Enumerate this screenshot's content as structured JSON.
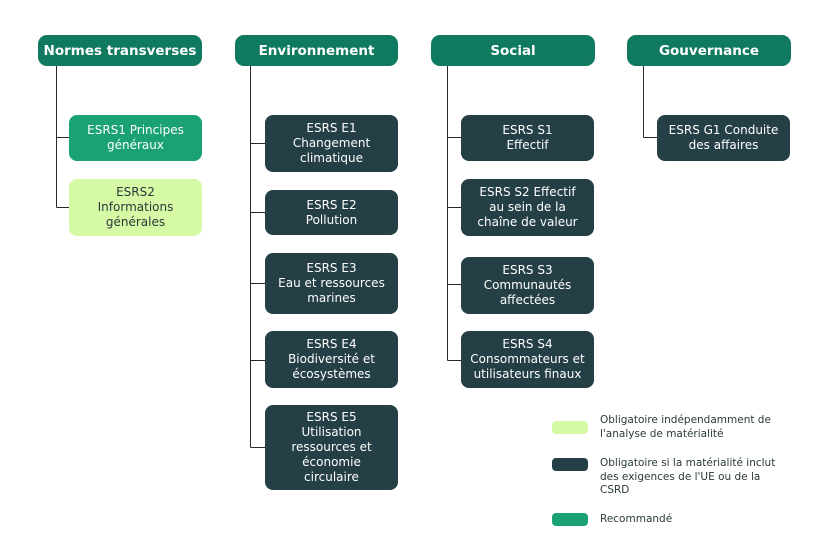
{
  "colors": {
    "header": "#0f7a60",
    "dark": "#243f45",
    "recommended": "#1aa272",
    "mandatory_light": "#d6f9a6",
    "connector": "#2b2b2b"
  },
  "columns": [
    {
      "title": "Normes transverses",
      "items": [
        {
          "label": "ESRS1 Principes\ngénéraux",
          "style": "green"
        },
        {
          "label": "ESRS2\nInformations\ngénérales",
          "style": "light"
        }
      ]
    },
    {
      "title": "Environnement",
      "items": [
        {
          "label": "ESRS E1\nChangement\nclimatique",
          "style": "dark"
        },
        {
          "label": "ESRS E2\nPollution",
          "style": "dark"
        },
        {
          "label": "ESRS E3\nEau et ressources\nmarines",
          "style": "dark"
        },
        {
          "label": "ESRS E4\nBiodiversité et\nécosystèmes",
          "style": "dark"
        },
        {
          "label": "ESRS E5\nUtilisation\nressources et\néconomie\ncirculaire",
          "style": "dark"
        }
      ]
    },
    {
      "title": "Social",
      "items": [
        {
          "label": "ESRS S1\nEffectif",
          "style": "dark"
        },
        {
          "label": "ESRS S2 Effectif\nau sein de la\nchaîne de valeur",
          "style": "dark"
        },
        {
          "label": "ESRS S3\nCommunautés\naffectées",
          "style": "dark"
        },
        {
          "label": "ESRS S4\nConsommateurs et\nutilisateurs finaux",
          "style": "dark"
        }
      ]
    },
    {
      "title": "Gouvernance",
      "items": [
        {
          "label": "ESRS G1 Conduite\ndes affaires",
          "style": "dark"
        }
      ]
    }
  ],
  "legend": [
    {
      "style": "light",
      "text": "Obligatoire indépendamment de\nl'analyse de matérialité"
    },
    {
      "style": "dark",
      "text": "Obligatoire si la matérialité inclut\ndes exigences de l'UE ou de la\nCSRD"
    },
    {
      "style": "green",
      "text": "Recommandé"
    }
  ]
}
